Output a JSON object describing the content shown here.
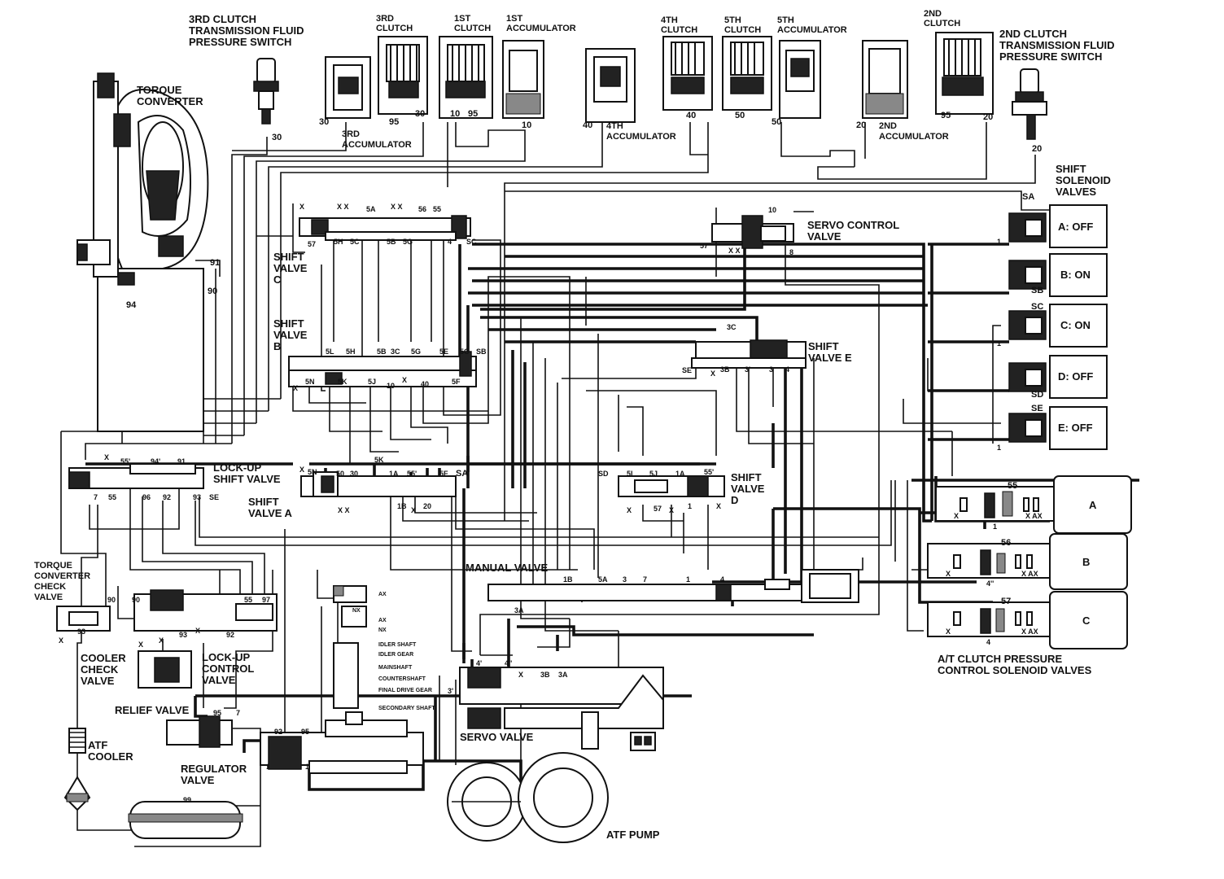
{
  "labels": {
    "clutch3_switch": [
      "3RD CLUTCH",
      "TRANSMISSION FLUID",
      "PRESSURE SWITCH"
    ],
    "clutch3": [
      "3RD",
      "CLUTCH"
    ],
    "clutch1": [
      "1ST",
      "CLUTCH"
    ],
    "accumulator1": [
      "1ST",
      "ACCUMULATOR"
    ],
    "clutch4": [
      "4TH",
      "CLUTCH"
    ],
    "clutch5": [
      "5TH",
      "CLUTCH"
    ],
    "accumulator5": [
      "5TH",
      "ACCUMULATOR"
    ],
    "clutch2": [
      "2ND",
      "CLUTCH"
    ],
    "clutch2_switch": [
      "2ND CLUTCH",
      "TRANSMISSION FLUID",
      "PRESSURE SWITCH"
    ],
    "torque_converter": [
      "TORQUE",
      "CONVERTER"
    ],
    "accumulator3": [
      "3RD",
      "ACCUMULATOR"
    ],
    "accumulator4": [
      "4TH",
      "ACCUMULATOR"
    ],
    "accumulator2": [
      "2ND",
      "ACCUMULATOR"
    ],
    "shift_solenoid_valves": [
      "SHIFT",
      "SOLENOID",
      "VALVES"
    ],
    "servo_control_valve": [
      "SERVO CONTROL",
      "VALVE"
    ],
    "shift_valve_c": [
      "SHIFT",
      "VALVE",
      "C"
    ],
    "shift_valve_b": [
      "SHIFT",
      "VALVE",
      "B"
    ],
    "shift_valve_e": [
      "SHIFT",
      "VALVE E"
    ],
    "lock_up_shift_valve": "LOCK-UP",
    "lock_up_shift_valve_2": "SHIFT VALVE",
    "shift_valve_a": [
      "SHIFT",
      "VALVE A"
    ],
    "shift_valve_d": [
      "SHIFT",
      "VALVE",
      "D"
    ],
    "torque_converter_check_valve": [
      "TORQUE",
      "CONVERTER",
      "CHECK",
      "VALVE"
    ],
    "manual_valve": "MANUAL VALVE",
    "cooler_check_valve": [
      "COOLER",
      "CHECK",
      "VALVE"
    ],
    "lock_up_control_valve": [
      "LOCK-UP",
      "CONTROL",
      "VALVE"
    ],
    "relief_valve": "RELIEF VALVE",
    "atf_cooler": [
      "ATF",
      "COOLER"
    ],
    "regulator_valve": [
      "REGULATOR",
      "VALVE"
    ],
    "servo_valve": "SERVO VALVE",
    "atf_pump": "ATF PUMP",
    "at_clutch_pressure": [
      "A/T CLUTCH PRESSURE",
      "CONTROL SOLENOID VALVES"
    ]
  },
  "shafts": [
    "AX",
    "NX",
    "AX",
    "NX",
    "IDLER SHAFT",
    "IDLER GEAR",
    "MAINSHAFT",
    "COUNTERSHAFT",
    "FINAL DRIVE GEAR",
    "SECONDARY SHAFT"
  ],
  "solenoids": [
    {
      "tag": "SA",
      "label": "A: OFF"
    },
    {
      "tag": "SB",
      "label": "B: ON"
    },
    {
      "tag": "SC",
      "label": "C: ON"
    },
    {
      "tag": "SD",
      "label": "D: OFF"
    },
    {
      "tag": "SE",
      "label": "E: OFF"
    }
  ],
  "pressure_solenoids": [
    {
      "tag": "55",
      "label": "A"
    },
    {
      "tag": "56",
      "label": "B"
    },
    {
      "tag": "57",
      "label": "C"
    }
  ],
  "ports": {
    "p30a": "30",
    "p30b": "30",
    "p95a": "95",
    "p30c": "30",
    "p10a": "10",
    "p95b": "95",
    "p10b": "10",
    "p40a": "40",
    "p40b": "40",
    "p50a": "50",
    "p50b": "50",
    "p20a": "20",
    "p95c": "95",
    "p20b": "20",
    "p20c": "20",
    "p91": "91",
    "p90": "90",
    "p94": "94",
    "x1": "X",
    "xx1": "X X",
    "s5a": "5A",
    "xx2": "X X",
    "s56": "56",
    "s55": "55",
    "s57": "57",
    "s5h": "5H",
    "s5c": "5C",
    "s5b": "5B",
    "s5g": "5G",
    "s4": "4",
    "sSC": "SC",
    "s10": "10",
    "s57b": "57",
    "s8": "8",
    "sxx": "X X",
    "b5l": "5L",
    "b5h": "5H",
    "b5b": "5B",
    "b3c": "3C",
    "b5g": "5G",
    "b5e": "5E",
    "b5c": "5C",
    "bSB": "SB",
    "b5n": "5N",
    "b5k": "5K",
    "b5j": "5J",
    "b10": "10",
    "bx": "X",
    "b40": "40",
    "b5f": "5F",
    "bx2": "X",
    "e3c": "3C",
    "eSE": "SE",
    "ex": "X",
    "e3b": "3B",
    "e3p": "3'",
    "e3": "3",
    "e4": "4",
    "l55p": "55'",
    "l94p": "94'",
    "l91": "91",
    "l7": "7",
    "l55": "55",
    "l96": "96",
    "l92": "92",
    "l93": "93",
    "lSE": "SE",
    "lx": "X",
    "a5n": "5N",
    "a50": "50",
    "a30": "30",
    "a5k": "5K",
    "a1a": "1A",
    "a55p": "55'",
    "a5f": "5F",
    "aSA": "SA",
    "axx": "X X",
    "a1b": "1B",
    "ax": "X",
    "a20": "20",
    "ax2": "X",
    "dSD": "SD",
    "d5l": "5L",
    "d5j": "5J",
    "d1a": "1A",
    "d55p": "55'",
    "dx": "X",
    "d57": "57",
    "dx2": "X",
    "d1": "1",
    "dx3": "X",
    "m1b": "1B",
    "m5a": "5A",
    "m3": "3",
    "m7": "7",
    "m1": "1",
    "m4": "4",
    "m3a": "3A",
    "c90": "90",
    "c90b": "90",
    "c93": "93",
    "c55": "55",
    "c97": "97",
    "c92": "92",
    "c93b": "93",
    "cx": "X",
    "cx2": "X",
    "cx3": "X",
    "cx4": "X",
    "r95": "95",
    "r7": "7",
    "r92": "92",
    "r95b": "95",
    "r1": "1",
    "r1b": "1",
    "r99": "99",
    "sv4p": "4'",
    "sv4pp": "4''",
    "svx": "X",
    "sv3b": "3B",
    "sv3a": "3A",
    "sv3p": "3'",
    "sol1a": "1",
    "sol1c": "1",
    "sol1e": "1",
    "pc1": "1",
    "pc4pp": "4''",
    "pc4": "4",
    "pcx": "X",
    "pcxax": "X AX",
    "pcx2": "X",
    "pcxax2": "X AX",
    "pcx3": "X",
    "pcxax3": "X AX"
  }
}
